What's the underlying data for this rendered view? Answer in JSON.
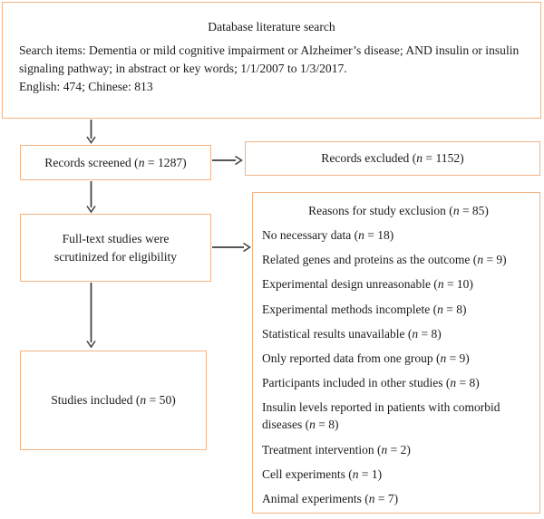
{
  "colors": {
    "box_border": "#f2b384",
    "arrow": "#3d3d3d",
    "text": "#1b1b1b",
    "background": "#ffffff"
  },
  "top_box": {
    "title": "Database literature search",
    "search_line": "Search items: Dementia or mild cognitive impairment or Alzheimer’s disease; AND insulin or insulin signaling pathway; in abstract or key words; 1/1/2007 to 1/3/2017.",
    "counts_line": "English: 474; Chinese: 813"
  },
  "screened_box": {
    "label": "Records screened (n = 1287)"
  },
  "excluded_box": {
    "label": "Records excluded (n = 1152)"
  },
  "fulltext_box": {
    "label": "Full-text studies were scrutinized for eligibility"
  },
  "included_box": {
    "label": "Studies included (n = 50)"
  },
  "reasons_box": {
    "title": "Reasons for study exclusion (n = 85)",
    "items": [
      "No necessary data (n = 18)",
      "Related genes and proteins as the outcome (n = 9)",
      "Experimental design unreasonable (n = 10)",
      "Experimental methods incomplete (n = 8)",
      "Statistical results unavailable (n = 8)",
      "Only reported data from one group (n = 9)",
      "Participants included in other studies (n = 8)",
      "Insulin levels reported in patients with comorbid diseases (n = 8)",
      "Treatment intervention (n = 2)",
      "Cell experiments (n = 1)",
      "Animal experiments (n = 7)"
    ]
  }
}
